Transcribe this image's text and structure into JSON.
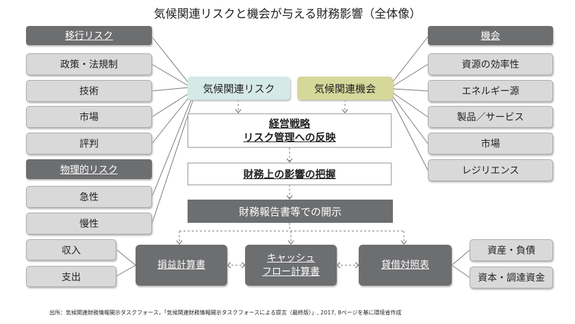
{
  "title": "気候関連リスクと機会が与える財務影響（全体像）",
  "left": {
    "transition_header": "移行リスク",
    "transition_items": [
      "政策・法規制",
      "技術",
      "市場",
      "評判"
    ],
    "physical_header": "物理的リスク",
    "physical_items": [
      "急性",
      "慢性"
    ]
  },
  "right": {
    "header": "機会",
    "items": [
      "資源の効率性",
      "エネルギー源",
      "製品／サービス",
      "市場",
      "レジリエンス"
    ]
  },
  "center": {
    "risk": "気候関連リスク",
    "opportunity": "気候関連機会",
    "strategy_line1": "経営戦略",
    "strategy_line2": "リスク管理への反映",
    "impact": "財務上の影響の把握",
    "disclosure": "財務報告書等での開示"
  },
  "bottom": {
    "pl": "損益計算書",
    "cf_line1": "キャッシュ",
    "cf_line2": "フロー計算書",
    "bs": "貸借対照表",
    "income": "収入",
    "expense": "支出",
    "assets": "資産・負債",
    "capital": "資本・調達資金"
  },
  "footnote": "出所：気候関連財務情報開示タスクフォース，「気候関連財務情報開示タスクフォースによる提言（最終版）」, 2017, 8ページを基に環境省作成",
  "colors": {
    "dark": "#6d6e70",
    "risk": "#d5e9e6",
    "opportunity": "#d6d89a",
    "item": "#d9d9d9"
  }
}
